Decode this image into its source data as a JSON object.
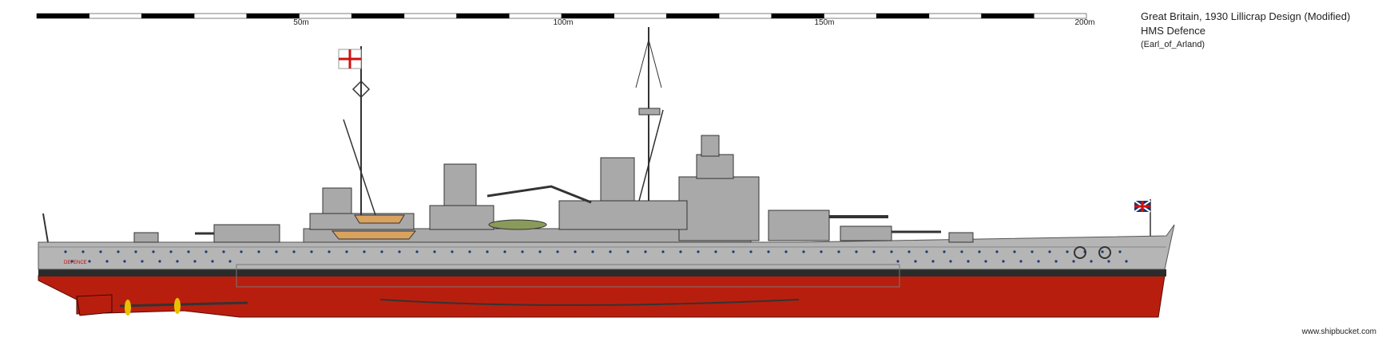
{
  "scale_bar": {
    "labels": [
      "50m",
      "100m",
      "150m",
      "200m"
    ]
  },
  "caption": {
    "title": "Great Britain, 1930 Lillicrap Design (Modified)",
    "ship_name": "HMS Defence",
    "author": "(Earl_of_Arland)"
  },
  "ship": {
    "hull_marking": "DEFENCE"
  },
  "watermark": "www.shipbucket.com",
  "colors": {
    "hull_grey": "#b5b5b5",
    "superstructure_grey": "#a9a9a9",
    "waterline_dark": "#2b2b2b",
    "antifouling_red": "#b81e0e",
    "propeller_yellow": "#e8c000",
    "deck_wood": "#d9a35f",
    "ensign_red": "#d01010",
    "jack_blue": "#20306a"
  }
}
